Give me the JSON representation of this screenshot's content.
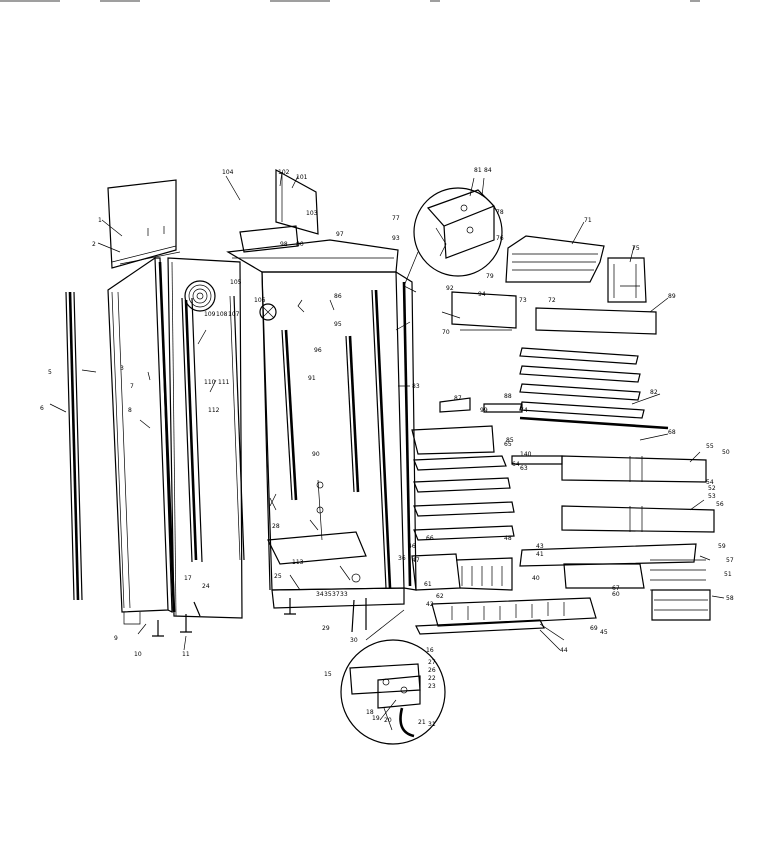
{
  "labels": [
    {
      "id": "lbl-104-top",
      "text": "104"
    },
    {
      "id": "lbl-102",
      "text": "102"
    },
    {
      "id": "lbl-101",
      "text": "101"
    },
    {
      "id": "lbl-103",
      "text": "103"
    },
    {
      "id": "lbl-105",
      "text": "105"
    },
    {
      "id": "lbl-106",
      "text": "106"
    },
    {
      "id": "lbl-107",
      "text": "107"
    },
    {
      "id": "lbl-108",
      "text": "108"
    },
    {
      "id": "lbl-109",
      "text": "109"
    },
    {
      "id": "lbl-110",
      "text": "110"
    },
    {
      "id": "lbl-111",
      "text": "111"
    },
    {
      "id": "lbl-112",
      "text": "112"
    },
    {
      "id": "lbl-113",
      "text": "113"
    },
    {
      "id": "lbl-71",
      "text": "71"
    },
    {
      "id": "lbl-72",
      "text": "72"
    },
    {
      "id": "lbl-73",
      "text": "73"
    },
    {
      "id": "lbl-74",
      "text": "74"
    },
    {
      "id": "lbl-75",
      "text": "75"
    },
    {
      "id": "lbl-76",
      "text": "76"
    },
    {
      "id": "lbl-77",
      "text": "77"
    },
    {
      "id": "lbl-78",
      "text": "78"
    },
    {
      "id": "lbl-79",
      "text": "79"
    },
    {
      "id": "lbl-80",
      "text": "80"
    },
    {
      "id": "lbl-81",
      "text": "81"
    },
    {
      "id": "lbl-82",
      "text": "82"
    },
    {
      "id": "lbl-83",
      "text": "83"
    },
    {
      "id": "lbl-84",
      "text": "84"
    },
    {
      "id": "lbl-85",
      "text": "85"
    },
    {
      "id": "lbl-86",
      "text": "86"
    },
    {
      "id": "lbl-87",
      "text": "87"
    },
    {
      "id": "lbl-88",
      "text": "88"
    },
    {
      "id": "lbl-89",
      "text": "89"
    },
    {
      "id": "lbl-90",
      "text": "90"
    },
    {
      "id": "lbl-91",
      "text": "91"
    },
    {
      "id": "lbl-92",
      "text": "92"
    },
    {
      "id": "lbl-93",
      "text": "93"
    },
    {
      "id": "lbl-94",
      "text": "94"
    },
    {
      "id": "lbl-95",
      "text": "95"
    },
    {
      "id": "lbl-96",
      "text": "96"
    },
    {
      "id": "lbl-97",
      "text": "97"
    },
    {
      "id": "lbl-98",
      "text": "98"
    },
    {
      "id": "lbl-99",
      "text": "99"
    },
    {
      "id": "lbl-1",
      "text": "1"
    },
    {
      "id": "lbl-2",
      "text": "2"
    },
    {
      "id": "lbl-3",
      "text": "3"
    },
    {
      "id": "lbl-5",
      "text": "5"
    },
    {
      "id": "lbl-6",
      "text": "6"
    },
    {
      "id": "lbl-7",
      "text": "7"
    },
    {
      "id": "lbl-8",
      "text": "8"
    },
    {
      "id": "lbl-9",
      "text": "9"
    },
    {
      "id": "lbl-10",
      "text": "10"
    },
    {
      "id": "lbl-11",
      "text": "11"
    },
    {
      "id": "lbl-15",
      "text": "15"
    },
    {
      "id": "lbl-16",
      "text": "16"
    },
    {
      "id": "lbl-17",
      "text": "17"
    },
    {
      "id": "lbl-18",
      "text": "18"
    },
    {
      "id": "lbl-19",
      "text": "19"
    },
    {
      "id": "lbl-20",
      "text": "20"
    },
    {
      "id": "lbl-21",
      "text": "21"
    },
    {
      "id": "lbl-22",
      "text": "22"
    },
    {
      "id": "lbl-23",
      "text": "23"
    },
    {
      "id": "lbl-24",
      "text": "24"
    },
    {
      "id": "lbl-25",
      "text": "25"
    },
    {
      "id": "lbl-26",
      "text": "26"
    },
    {
      "id": "lbl-27",
      "text": "27"
    },
    {
      "id": "lbl-28",
      "text": "28"
    },
    {
      "id": "lbl-29",
      "text": "29"
    },
    {
      "id": "lbl-30",
      "text": "30"
    },
    {
      "id": "lbl-31",
      "text": "31"
    },
    {
      "id": "lbl-33",
      "text": "33"
    },
    {
      "id": "lbl-34",
      "text": "34"
    },
    {
      "id": "lbl-35",
      "text": "35"
    },
    {
      "id": "lbl-36",
      "text": "36"
    },
    {
      "id": "lbl-37",
      "text": "37"
    },
    {
      "id": "lbl-40",
      "text": "40"
    },
    {
      "id": "lbl-41",
      "text": "41"
    },
    {
      "id": "lbl-42",
      "text": "42"
    },
    {
      "id": "lbl-43",
      "text": "43"
    },
    {
      "id": "lbl-44",
      "text": "44"
    },
    {
      "id": "lbl-45",
      "text": "45"
    },
    {
      "id": "lbl-46",
      "text": "46"
    },
    {
      "id": "lbl-47",
      "text": "47"
    },
    {
      "id": "lbl-48",
      "text": "48"
    },
    {
      "id": "lbl-50",
      "text": "50"
    },
    {
      "id": "lbl-51",
      "text": "51"
    },
    {
      "id": "lbl-52",
      "text": "52"
    },
    {
      "id": "lbl-53",
      "text": "53"
    },
    {
      "id": "lbl-54",
      "text": "54"
    },
    {
      "id": "lbl-55",
      "text": "55"
    },
    {
      "id": "lbl-56",
      "text": "56"
    },
    {
      "id": "lbl-57",
      "text": "57"
    },
    {
      "id": "lbl-58",
      "text": "58"
    },
    {
      "id": "lbl-59",
      "text": "59"
    },
    {
      "id": "lbl-60",
      "text": "60"
    },
    {
      "id": "lbl-61",
      "text": "61"
    },
    {
      "id": "lbl-62",
      "text": "62"
    },
    {
      "id": "lbl-63",
      "text": "63"
    },
    {
      "id": "lbl-64",
      "text": "64"
    },
    {
      "id": "lbl-65",
      "text": "65"
    },
    {
      "id": "lbl-66",
      "text": "66"
    },
    {
      "id": "lbl-67",
      "text": "67"
    },
    {
      "id": "lbl-68",
      "text": "68"
    },
    {
      "id": "lbl-69",
      "text": "69"
    },
    {
      "id": "lbl-70",
      "text": "70"
    },
    {
      "id": "lbl-140",
      "text": "140"
    }
  ]
}
